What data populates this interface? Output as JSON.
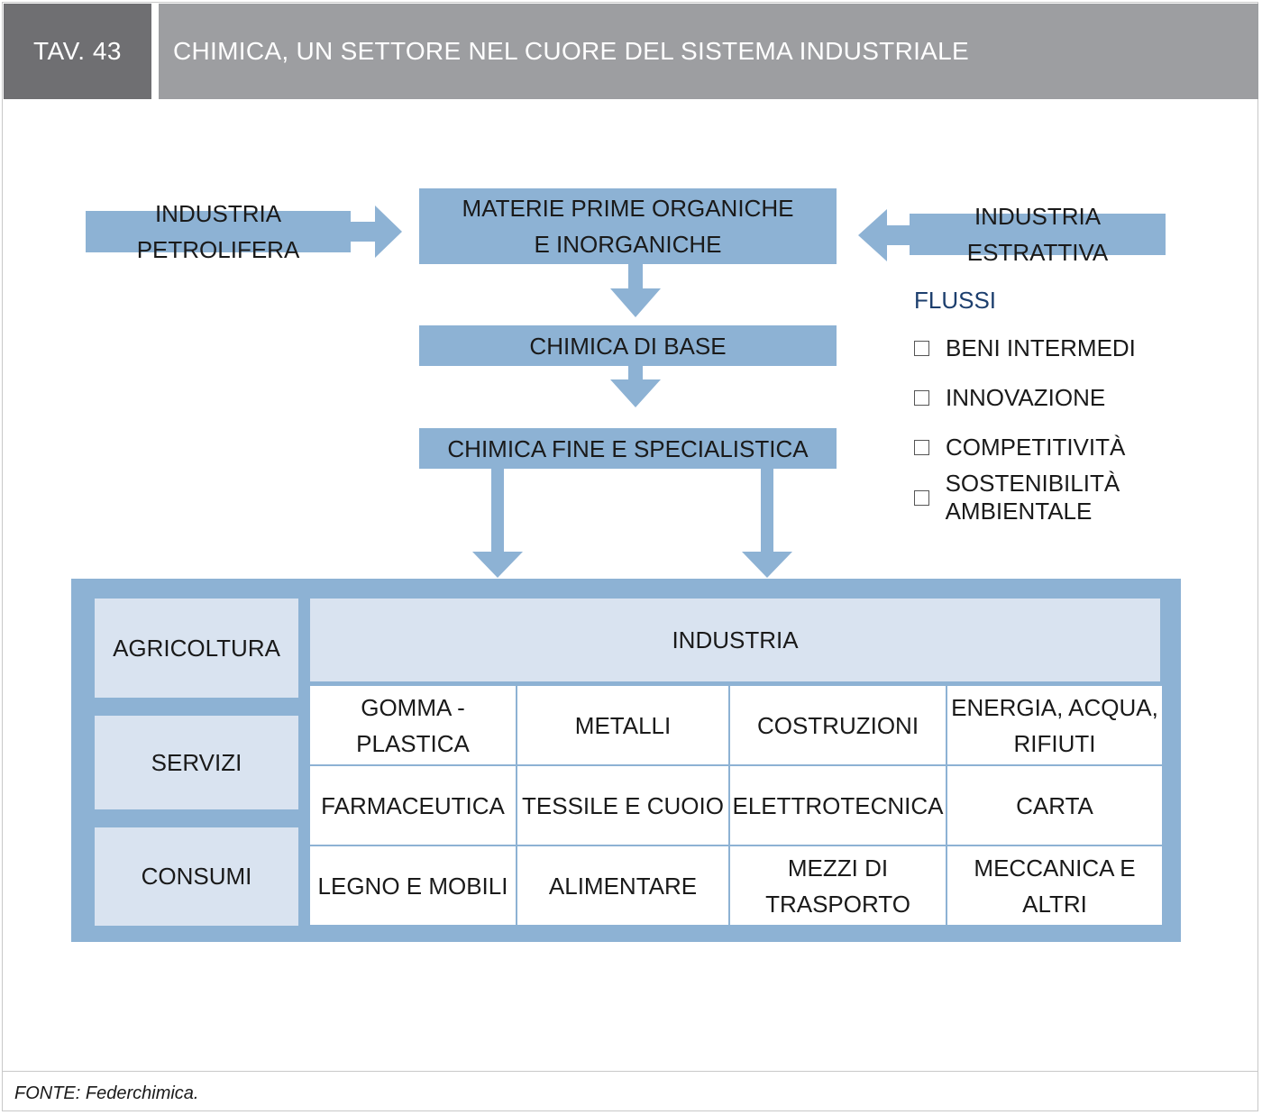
{
  "header": {
    "table_number": "TAV. 43",
    "title": "CHIMICA, UN SETTORE NEL CUORE DEL SISTEMA INDUSTRIALE"
  },
  "flow": {
    "left_input": "INDUSTRIA PETROLIFERA",
    "raw_materials": "MATERIE PRIME ORGANICHE\nE INORGANICHE",
    "right_input": "INDUSTRIA ESTRATTIVA",
    "base_chemistry": "CHIMICA DI BASE",
    "fine_chemistry": "CHIMICA FINE E SPECIALISTICA"
  },
  "legend": {
    "title": "FLUSSI",
    "items": [
      "BENI INTERMEDI",
      "INNOVAZIONE",
      "COMPETITIVITÀ",
      "SOSTENIBILITÀ AMBIENTALE"
    ]
  },
  "sectors": {
    "left": [
      "AGRICOLTURA",
      "SERVIZI",
      "CONSUMI"
    ],
    "industry_header": "INDUSTRIA",
    "industry_rows": [
      [
        "GOMMA - PLASTICA",
        "METALLI",
        "COSTRUZIONI",
        "ENERGIA, ACQUA,\nRIFIUTI"
      ],
      [
        "FARMACEUTICA",
        "TESSILE E CUOIO",
        "ELETTROTECNICA",
        "CARTA"
      ],
      [
        "LEGNO E MOBILI",
        "ALIMENTARE",
        "MEZZI DI\nTRASPORTO",
        "MECCANICA E\nALTRI"
      ]
    ]
  },
  "colors": {
    "box_blue": "#8db2d4",
    "light_blue": "#d9e3f0",
    "header_dark": "#6f6f72",
    "header_light": "#9d9ea1",
    "legend_title": "#1d3f6e"
  },
  "source": "FONTE: Federchimica."
}
